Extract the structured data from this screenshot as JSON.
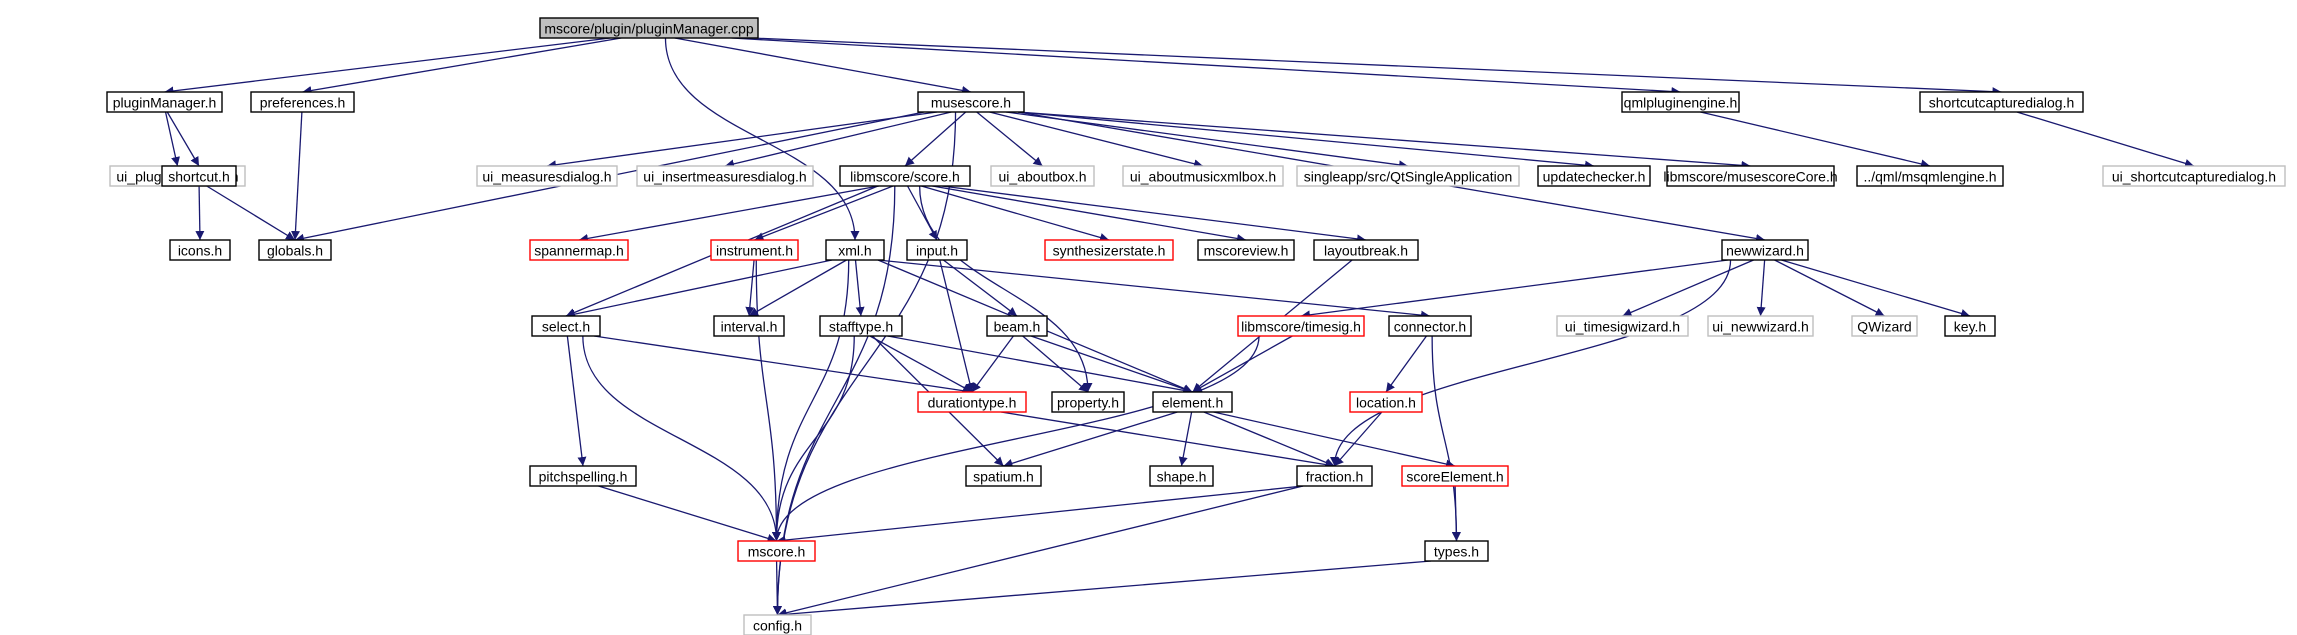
{
  "nodes": [
    {
      "id": "root",
      "label": "mscore/plugin/pluginManager.cpp",
      "style": "root"
    },
    {
      "id": "pluginManager_h",
      "label": "pluginManager.h",
      "style": "black"
    },
    {
      "id": "preferences_h",
      "label": "preferences.h",
      "style": "black"
    },
    {
      "id": "musescore_h",
      "label": "musescore.h",
      "style": "black"
    },
    {
      "id": "qmlpluginengine_h",
      "label": "qmlpluginengine.h",
      "style": "black"
    },
    {
      "id": "shortcutcapturedialog_h",
      "label": "shortcutcapturedialog.h",
      "style": "black"
    },
    {
      "id": "ui_pluginManager_h",
      "label": "ui_pluginManager.h",
      "style": "gray"
    },
    {
      "id": "shortcut_h",
      "label": "shortcut.h",
      "style": "black"
    },
    {
      "id": "ui_measuresdialog_h",
      "label": "ui_measuresdialog.h",
      "style": "gray"
    },
    {
      "id": "ui_insertmeasuresdialog_h",
      "label": "ui_insertmeasuresdialog.h",
      "style": "gray"
    },
    {
      "id": "score_h",
      "label": "libmscore/score.h",
      "style": "black"
    },
    {
      "id": "ui_aboutbox_h",
      "label": "ui_aboutbox.h",
      "style": "gray"
    },
    {
      "id": "ui_aboutmusicxmlbox_h",
      "label": "ui_aboutmusicxmlbox.h",
      "style": "gray"
    },
    {
      "id": "qtsingleapp",
      "label": "singleapp/src/QtSingleApplication",
      "style": "gray"
    },
    {
      "id": "updatechecker_h",
      "label": "updatechecker.h",
      "style": "black"
    },
    {
      "id": "musescoreCore_h",
      "label": "libmscore/musescoreCore.h",
      "style": "black"
    },
    {
      "id": "msqmlengine_h",
      "label": "../qml/msqmlengine.h",
      "style": "black"
    },
    {
      "id": "ui_shortcutcapturedialog_h",
      "label": "ui_shortcutcapturedialog.h",
      "style": "gray"
    },
    {
      "id": "icons_h",
      "label": "icons.h",
      "style": "black"
    },
    {
      "id": "globals_h",
      "label": "globals.h",
      "style": "black"
    },
    {
      "id": "spannermap_h",
      "label": "spannermap.h",
      "style": "red"
    },
    {
      "id": "instrument_h",
      "label": "instrument.h",
      "style": "red"
    },
    {
      "id": "xml_h",
      "label": "xml.h",
      "style": "black"
    },
    {
      "id": "input_h",
      "label": "input.h",
      "style": "black"
    },
    {
      "id": "synthesizerstate_h",
      "label": "synthesizerstate.h",
      "style": "red"
    },
    {
      "id": "mscoreview_h",
      "label": "mscoreview.h",
      "style": "black"
    },
    {
      "id": "layoutbreak_h",
      "label": "layoutbreak.h",
      "style": "black"
    },
    {
      "id": "newwizard_h",
      "label": "newwizard.h",
      "style": "black"
    },
    {
      "id": "select_h",
      "label": "select.h",
      "style": "black"
    },
    {
      "id": "interval_h",
      "label": "interval.h",
      "style": "black"
    },
    {
      "id": "stafftype_h",
      "label": "stafftype.h",
      "style": "black"
    },
    {
      "id": "beam_h",
      "label": "beam.h",
      "style": "black"
    },
    {
      "id": "timesig_h",
      "label": "libmscore/timesig.h",
      "style": "red"
    },
    {
      "id": "connector_h",
      "label": "connector.h",
      "style": "black"
    },
    {
      "id": "ui_timesigwizard_h",
      "label": "ui_timesigwizard.h",
      "style": "gray"
    },
    {
      "id": "ui_newwizard_h",
      "label": "ui_newwizard.h",
      "style": "gray"
    },
    {
      "id": "qwizard",
      "label": "QWizard",
      "style": "gray"
    },
    {
      "id": "key_h",
      "label": "key.h",
      "style": "black"
    },
    {
      "id": "durationtype_h",
      "label": "durationtype.h",
      "style": "red"
    },
    {
      "id": "property_h",
      "label": "property.h",
      "style": "black"
    },
    {
      "id": "element_h",
      "label": "element.h",
      "style": "black"
    },
    {
      "id": "location_h",
      "label": "location.h",
      "style": "red"
    },
    {
      "id": "pitchspelling_h",
      "label": "pitchspelling.h",
      "style": "black"
    },
    {
      "id": "spatium_h",
      "label": "spatium.h",
      "style": "black"
    },
    {
      "id": "shape_h",
      "label": "shape.h",
      "style": "black"
    },
    {
      "id": "fraction_h",
      "label": "fraction.h",
      "style": "black"
    },
    {
      "id": "scoreElement_h",
      "label": "scoreElement.h",
      "style": "red"
    },
    {
      "id": "mscore_h",
      "label": "mscore.h",
      "style": "red"
    },
    {
      "id": "types_h",
      "label": "types.h",
      "style": "black"
    },
    {
      "id": "config_h",
      "label": "config.h",
      "style": "gray"
    }
  ],
  "edges": [
    [
      "root",
      "pluginManager_h"
    ],
    [
      "root",
      "preferences_h"
    ],
    [
      "root",
      "musescore_h"
    ],
    [
      "root",
      "qmlpluginengine_h"
    ],
    [
      "root",
      "shortcutcapturedialog_h"
    ],
    [
      "root",
      "xml_h"
    ],
    [
      "pluginManager_h",
      "ui_pluginManager_h"
    ],
    [
      "pluginManager_h",
      "shortcut_h"
    ],
    [
      "preferences_h",
      "globals_h"
    ],
    [
      "shortcut_h",
      "icons_h"
    ],
    [
      "shortcut_h",
      "globals_h"
    ],
    [
      "musescore_h",
      "globals_h"
    ],
    [
      "musescore_h",
      "ui_measuresdialog_h"
    ],
    [
      "musescore_h",
      "ui_insertmeasuresdialog_h"
    ],
    [
      "musescore_h",
      "score_h"
    ],
    [
      "musescore_h",
      "ui_aboutbox_h"
    ],
    [
      "musescore_h",
      "ui_aboutmusicxmlbox_h"
    ],
    [
      "musescore_h",
      "qtsingleapp"
    ],
    [
      "musescore_h",
      "updatechecker_h"
    ],
    [
      "musescore_h",
      "musescoreCore_h"
    ],
    [
      "musescore_h",
      "newwizard_h"
    ],
    [
      "musescore_h",
      "config_h"
    ],
    [
      "qmlpluginengine_h",
      "msqmlengine_h"
    ],
    [
      "shortcutcapturedialog_h",
      "ui_shortcutcapturedialog_h"
    ],
    [
      "score_h",
      "spannermap_h"
    ],
    [
      "score_h",
      "instrument_h"
    ],
    [
      "score_h",
      "input_h"
    ],
    [
      "score_h",
      "synthesizerstate_h"
    ],
    [
      "score_h",
      "mscoreview_h"
    ],
    [
      "score_h",
      "layoutbreak_h"
    ],
    [
      "score_h",
      "select_h"
    ],
    [
      "score_h",
      "property_h"
    ],
    [
      "score_h",
      "config_h"
    ],
    [
      "instrument_h",
      "interval_h"
    ],
    [
      "instrument_h",
      "mscore_h"
    ],
    [
      "xml_h",
      "interval_h"
    ],
    [
      "xml_h",
      "select_h"
    ],
    [
      "xml_h",
      "stafftype_h"
    ],
    [
      "xml_h",
      "element_h"
    ],
    [
      "xml_h",
      "connector_h"
    ],
    [
      "xml_h",
      "mscore_h"
    ],
    [
      "input_h",
      "beam_h"
    ],
    [
      "input_h",
      "durationtype_h"
    ],
    [
      "layoutbreak_h",
      "element_h"
    ],
    [
      "newwizard_h",
      "timesig_h"
    ],
    [
      "newwizard_h",
      "ui_timesigwizard_h"
    ],
    [
      "newwizard_h",
      "ui_newwizard_h"
    ],
    [
      "newwizard_h",
      "qwizard"
    ],
    [
      "newwizard_h",
      "key_h"
    ],
    [
      "newwizard_h",
      "fraction_h"
    ],
    [
      "select_h",
      "durationtype_h"
    ],
    [
      "select_h",
      "pitchspelling_h"
    ],
    [
      "select_h",
      "mscore_h"
    ],
    [
      "stafftype_h",
      "durationtype_h"
    ],
    [
      "stafftype_h",
      "element_h"
    ],
    [
      "stafftype_h",
      "spatium_h"
    ],
    [
      "stafftype_h",
      "mscore_h"
    ],
    [
      "beam_h",
      "durationtype_h"
    ],
    [
      "beam_h",
      "property_h"
    ],
    [
      "beam_h",
      "element_h"
    ],
    [
      "timesig_h",
      "element_h"
    ],
    [
      "timesig_h",
      "mscore_h"
    ],
    [
      "connector_h",
      "location_h"
    ],
    [
      "connector_h",
      "types_h"
    ],
    [
      "durationtype_h",
      "fraction_h"
    ],
    [
      "element_h",
      "spatium_h"
    ],
    [
      "element_h",
      "shape_h"
    ],
    [
      "element_h",
      "fraction_h"
    ],
    [
      "element_h",
      "scoreElement_h"
    ],
    [
      "location_h",
      "fraction_h"
    ],
    [
      "pitchspelling_h",
      "mscore_h"
    ],
    [
      "fraction_h",
      "mscore_h"
    ],
    [
      "fraction_h",
      "config_h"
    ],
    [
      "scoreElement_h",
      "types_h"
    ],
    [
      "mscore_h",
      "config_h"
    ],
    [
      "types_h",
      "config_h"
    ]
  ]
}
